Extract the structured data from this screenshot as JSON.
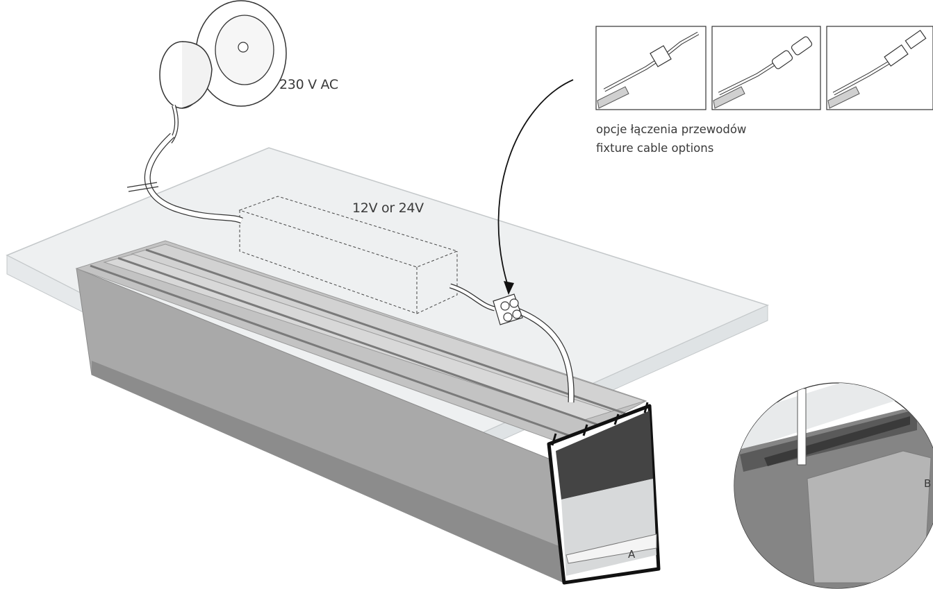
{
  "labels": {
    "mains_voltage": "230 V AC",
    "driver_voltage": "12V or 24V",
    "options_caption_pl": "opcje łączenia przewodów",
    "options_caption_en": "fixture cable options",
    "view_a": "A",
    "view_b": "B"
  },
  "cable_options": [
    {
      "icon": "terminal-block-connector-icon"
    },
    {
      "icon": "dc-plug-connector-icon"
    },
    {
      "icon": "quick-connector-icon"
    }
  ],
  "colors": {
    "profile_light": "#c8c8c8",
    "profile_mid": "#a9a9a9",
    "profile_dark": "#7d7d7d",
    "glass": "#eef0f1",
    "line": "#333333"
  }
}
